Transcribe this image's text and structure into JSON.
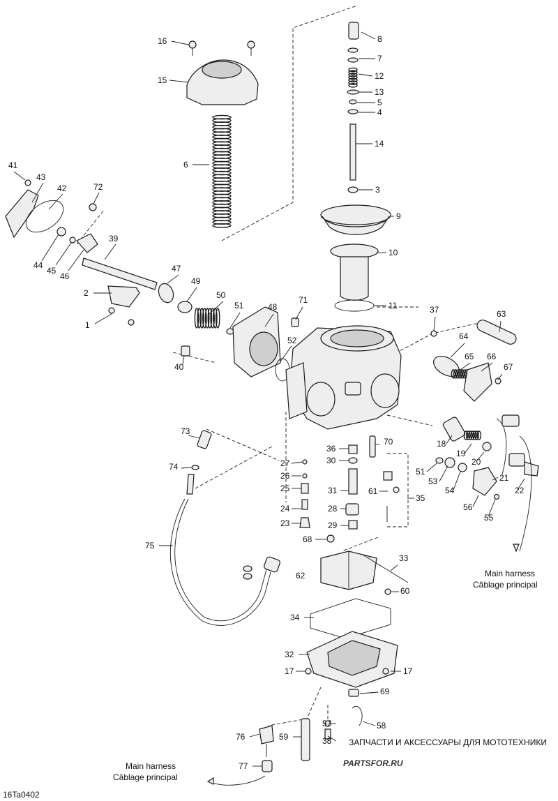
{
  "labels": [
    {
      "id": "16"
    },
    {
      "id": "15"
    },
    {
      "id": "6"
    },
    {
      "id": "8"
    },
    {
      "id": "7"
    },
    {
      "id": "12"
    },
    {
      "id": "13"
    },
    {
      "id": "5"
    },
    {
      "id": "4"
    },
    {
      "id": "14"
    },
    {
      "id": "3"
    },
    {
      "id": "9"
    },
    {
      "id": "10"
    },
    {
      "id": "11"
    },
    {
      "id": "41"
    },
    {
      "id": "43"
    },
    {
      "id": "42"
    },
    {
      "id": "72"
    },
    {
      "id": "44"
    },
    {
      "id": "45"
    },
    {
      "id": "46"
    },
    {
      "id": "39"
    },
    {
      "id": "2"
    },
    {
      "id": "1"
    },
    {
      "id": "47"
    },
    {
      "id": "49"
    },
    {
      "id": "50"
    },
    {
      "id": "51"
    },
    {
      "id": "48"
    },
    {
      "id": "71"
    },
    {
      "id": "52"
    },
    {
      "id": "40"
    },
    {
      "id": "37"
    },
    {
      "id": "63"
    },
    {
      "id": "64"
    },
    {
      "id": "65"
    },
    {
      "id": "66"
    },
    {
      "id": "67"
    },
    {
      "id": "73"
    },
    {
      "id": "27"
    },
    {
      "id": "36"
    },
    {
      "id": "70"
    },
    {
      "id": "30"
    },
    {
      "id": "74"
    },
    {
      "id": "26"
    },
    {
      "id": "25"
    },
    {
      "id": "31"
    },
    {
      "id": "61"
    },
    {
      "id": "35"
    },
    {
      "id": "24"
    },
    {
      "id": "28"
    },
    {
      "id": "23"
    },
    {
      "id": "29"
    },
    {
      "id": "68"
    },
    {
      "id": "18"
    },
    {
      "id": "19"
    },
    {
      "id": "20"
    },
    {
      "id": "51"
    },
    {
      "id": "53"
    },
    {
      "id": "54"
    },
    {
      "id": "21"
    },
    {
      "id": "22"
    },
    {
      "id": "56"
    },
    {
      "id": "55"
    },
    {
      "id": "75"
    },
    {
      "id": "33"
    },
    {
      "id": "62"
    },
    {
      "id": "60"
    },
    {
      "id": "34"
    },
    {
      "id": "32"
    },
    {
      "id": "17"
    },
    {
      "id": "17"
    },
    {
      "id": "69"
    },
    {
      "id": "57"
    },
    {
      "id": "58"
    },
    {
      "id": "76"
    },
    {
      "id": "59"
    },
    {
      "id": "38"
    },
    {
      "id": "77"
    }
  ],
  "harness_notes": {
    "right": {
      "line1": "Main harness",
      "line2": "Câblage principal"
    },
    "left": {
      "line1": "Main harness",
      "line2": "Câblage principal"
    }
  },
  "reference_code": "16Ta0402",
  "watermark": {
    "tagline": "ЗАПЧАСТИ И АКСЕССУАРЫ ДЛЯ МОТОТЕХНИКИ",
    "brand": "PARTSFOR.RU"
  }
}
